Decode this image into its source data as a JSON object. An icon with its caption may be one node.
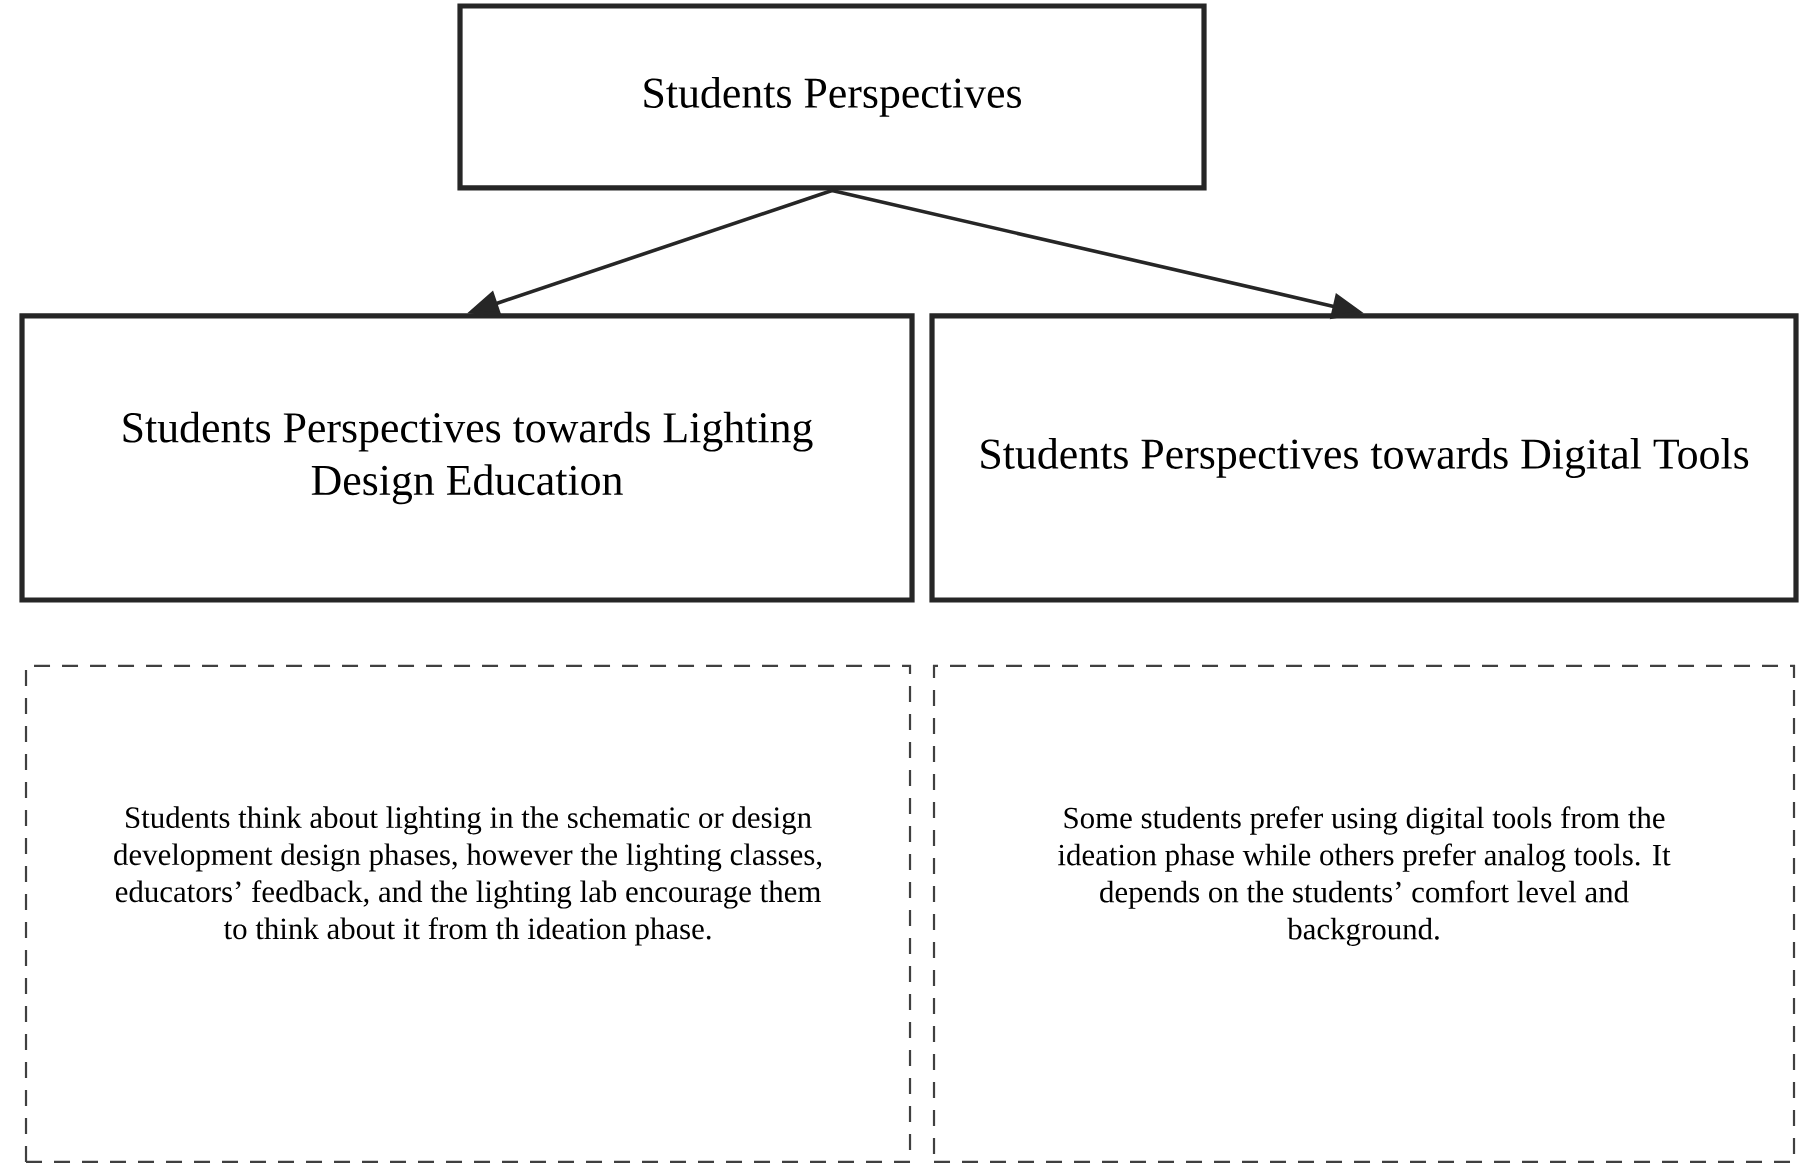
{
  "diagram": {
    "nodes": [
      {
        "text": [
          "Students Perspectives"
        ]
      },
      {
        "text": [
          "Students Perspectives towards Lighting Design Education"
        ]
      },
      {
        "text": [
          "Students Perspectives towards Digital Tools"
        ]
      },
      {
        "text": [
          "Students think about lighting in the schematic or design development design phases, however the lighting classes, educators’ feedback,  and the lighting lab encourage them to think about it from th ideation phase."
        ]
      },
      {
        "text": [
          "Some students prefer using digital tools from the ideation phase while others prefer analog tools. It depends on the students’ comfort level and background."
        ]
      }
    ],
    "edges": [
      {
        "from": 0,
        "to": 1,
        "arrow": "to"
      },
      {
        "from": 0,
        "to": 2,
        "arrow": "to"
      }
    ]
  }
}
